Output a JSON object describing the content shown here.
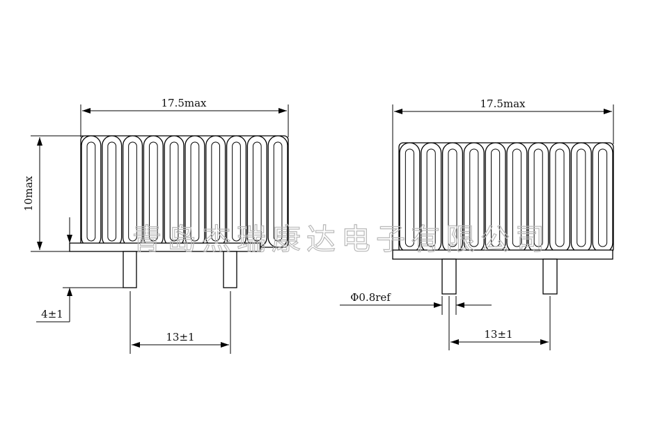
{
  "left_view": {
    "width_label": "17.5max",
    "height_label": "10max",
    "lead_length_label": "4±1",
    "pin_spacing_label": "13±1"
  },
  "right_view": {
    "width_label": "17.5max",
    "lead_diameter_label": "Φ0.8ref",
    "pin_spacing_label": "13±1"
  },
  "watermark": "青岛杰瑞康达电子有限公司",
  "line_color": "#000000",
  "watermark_color": "#b8b8b8"
}
